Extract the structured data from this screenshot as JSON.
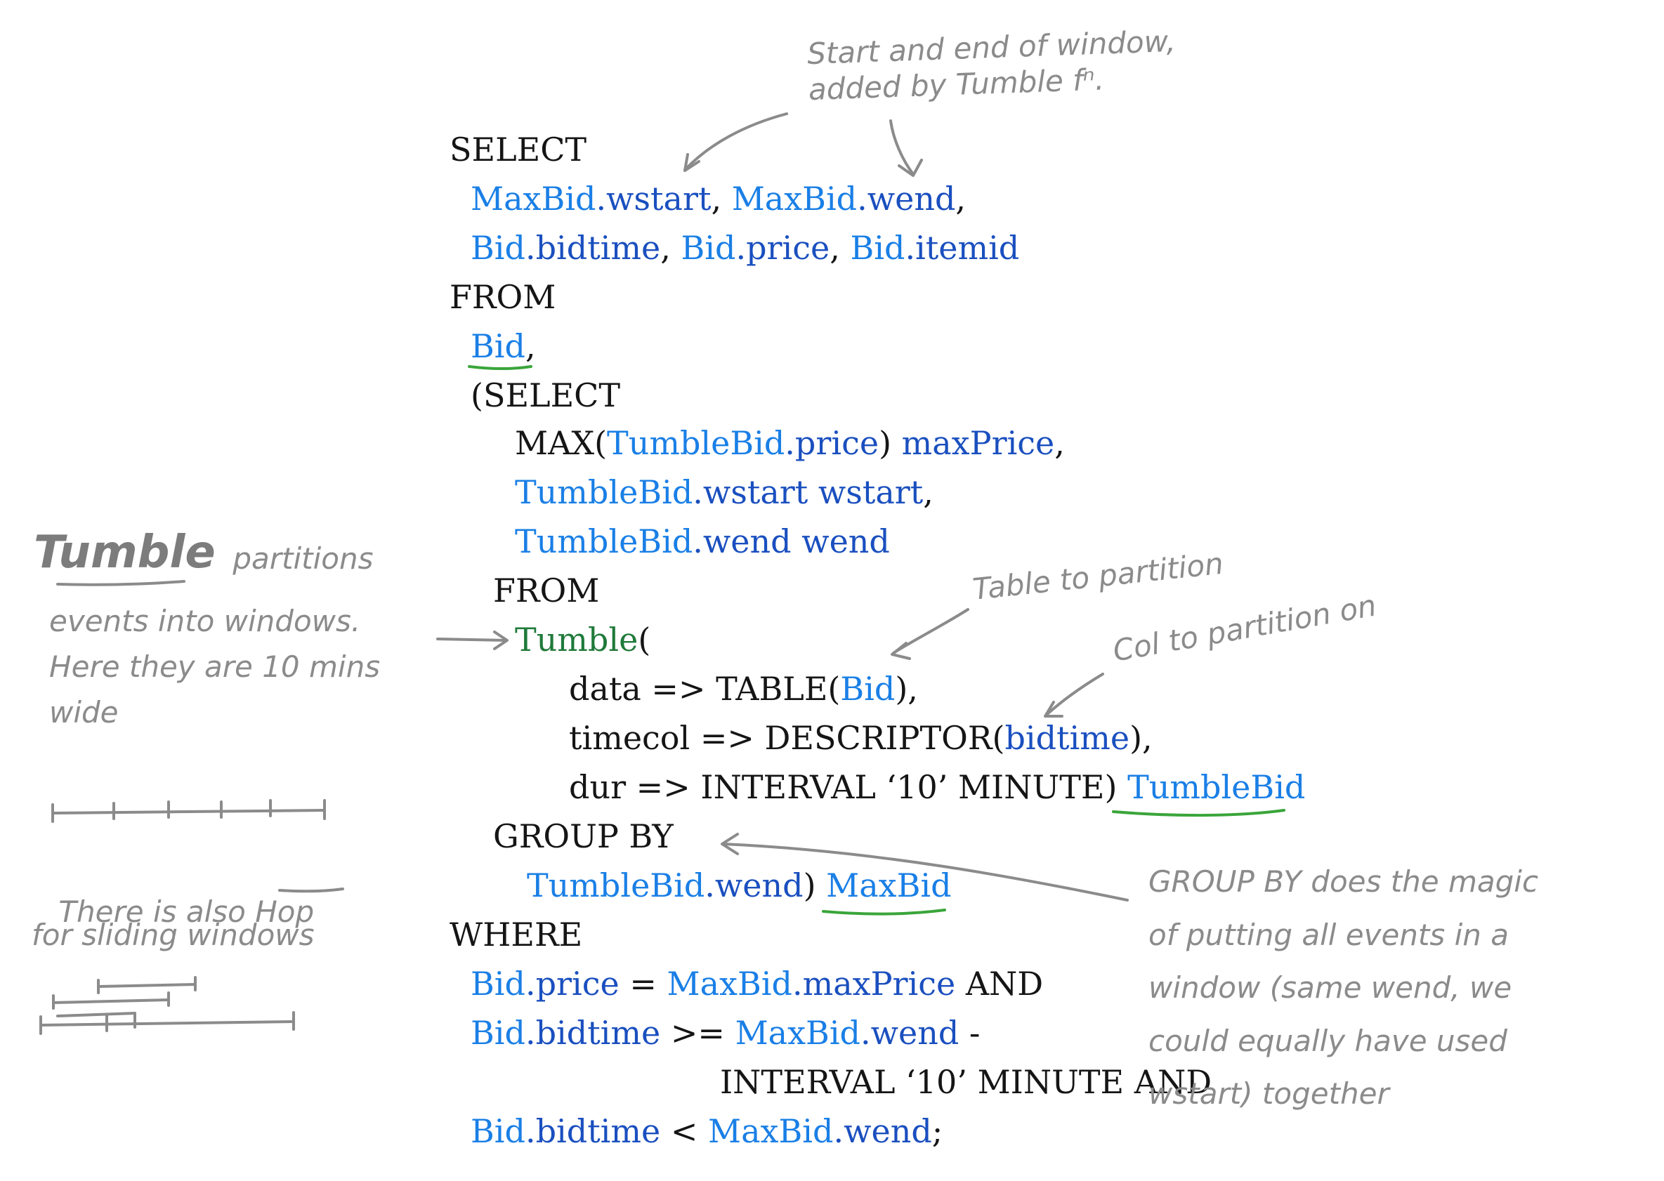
{
  "colors": {
    "keyword": "#151515",
    "table_ref": "#1a7fe6",
    "column_ref": "#1a4fbf",
    "function_name": "#1f7a3a",
    "annotation": "#8b8b8b",
    "underline": "#3aa53a"
  },
  "code_lines": [
    [
      {
        "t": "SELECT",
        "c": "keyword"
      }
    ],
    [
      {
        "t": "MaxBid",
        "c": "table_ref"
      },
      {
        "t": ".wstart",
        "c": "column_ref"
      },
      {
        "t": ", ",
        "c": "keyword"
      },
      {
        "t": "MaxBid",
        "c": "table_ref"
      },
      {
        "t": ".wend",
        "c": "column_ref"
      },
      {
        "t": ",",
        "c": "keyword"
      }
    ],
    [
      {
        "t": "Bid",
        "c": "table_ref"
      },
      {
        "t": ".bidtime",
        "c": "column_ref"
      },
      {
        "t": ", ",
        "c": "keyword"
      },
      {
        "t": "Bid",
        "c": "table_ref"
      },
      {
        "t": ".price",
        "c": "column_ref"
      },
      {
        "t": ", ",
        "c": "keyword"
      },
      {
        "t": "Bid",
        "c": "table_ref"
      },
      {
        "t": ".itemid",
        "c": "column_ref"
      }
    ],
    [
      {
        "t": "FROM",
        "c": "keyword"
      }
    ],
    [
      {
        "t": "Bid",
        "c": "table_ref"
      },
      {
        "t": ",",
        "c": "keyword"
      }
    ],
    [
      {
        "t": "(SELECT",
        "c": "keyword"
      }
    ],
    [
      {
        "t": "MAX(",
        "c": "keyword"
      },
      {
        "t": "TumbleBid",
        "c": "table_ref"
      },
      {
        "t": ".price",
        "c": "column_ref"
      },
      {
        "t": ") ",
        "c": "keyword"
      },
      {
        "t": "maxPrice",
        "c": "column_ref"
      },
      {
        "t": ",",
        "c": "keyword"
      }
    ],
    [
      {
        "t": "TumbleBid",
        "c": "table_ref"
      },
      {
        "t": ".wstart wstart",
        "c": "column_ref"
      },
      {
        "t": ",",
        "c": "keyword"
      }
    ],
    [
      {
        "t": "TumbleBid",
        "c": "table_ref"
      },
      {
        "t": ".wend wend",
        "c": "column_ref"
      }
    ],
    [
      {
        "t": "FROM",
        "c": "keyword"
      }
    ],
    [
      {
        "t": "Tumble",
        "c": "function_name"
      },
      {
        "t": "(",
        "c": "keyword"
      }
    ],
    [
      {
        "t": "data => TABLE(",
        "c": "keyword"
      },
      {
        "t": "Bid",
        "c": "table_ref"
      },
      {
        "t": "),",
        "c": "keyword"
      }
    ],
    [
      {
        "t": "timecol => DESCRIPTOR(",
        "c": "keyword"
      },
      {
        "t": "bidtime",
        "c": "column_ref"
      },
      {
        "t": "),",
        "c": "keyword"
      }
    ],
    [
      {
        "t": "dur => INTERVAL ‘10’ MINUTE) ",
        "c": "keyword"
      },
      {
        "t": "TumbleBid",
        "c": "table_ref"
      }
    ],
    [
      {
        "t": "GROUP BY",
        "c": "keyword"
      }
    ],
    [
      {
        "t": "TumbleBid",
        "c": "table_ref"
      },
      {
        "t": ".wend",
        "c": "column_ref"
      },
      {
        "t": ") ",
        "c": "keyword"
      },
      {
        "t": "MaxBid",
        "c": "table_ref"
      }
    ],
    [
      {
        "t": "WHERE",
        "c": "keyword"
      }
    ],
    [
      {
        "t": "Bid",
        "c": "table_ref"
      },
      {
        "t": ".price",
        "c": "column_ref"
      },
      {
        "t": " = ",
        "c": "keyword"
      },
      {
        "t": "MaxBid",
        "c": "table_ref"
      },
      {
        "t": ".maxPrice",
        "c": "column_ref"
      },
      {
        "t": " AND",
        "c": "keyword"
      }
    ],
    [
      {
        "t": "Bid",
        "c": "table_ref"
      },
      {
        "t": ".bidtime",
        "c": "column_ref"
      },
      {
        "t": " >= ",
        "c": "keyword"
      },
      {
        "t": "MaxBid",
        "c": "table_ref"
      },
      {
        "t": ".wend",
        "c": "column_ref"
      },
      {
        "t": " -",
        "c": "keyword"
      }
    ],
    [
      {
        "t": "INTERVAL ‘10’ MINUTE AND",
        "c": "keyword"
      }
    ],
    [
      {
        "t": "Bid",
        "c": "table_ref"
      },
      {
        "t": ".bidtime",
        "c": "column_ref"
      },
      {
        "t": " < ",
        "c": "keyword"
      },
      {
        "t": "MaxBid",
        "c": "table_ref"
      },
      {
        "t": ".wend",
        "c": "column_ref"
      },
      {
        "t": ";",
        "c": "keyword"
      }
    ]
  ],
  "annotations": {
    "window_note": "Start and end of window,\nadded by Tumble fⁿ.",
    "tumble_title": "Tumble",
    "tumble_note_rest": " partitions",
    "tumble_note": "events into windows.\nHere they are 10 mins\nwide",
    "hop_note_prefix": "There is also ",
    "hop_word": "Hop",
    "hop_note_suffix": "for sliding windows",
    "table_note": "Table to partition",
    "col_note": "Col to partition on",
    "group_note": "GROUP BY does the magic\nof putting all events in a\nwindow (same wend, we\ncould equally have used\nwstart) together"
  }
}
